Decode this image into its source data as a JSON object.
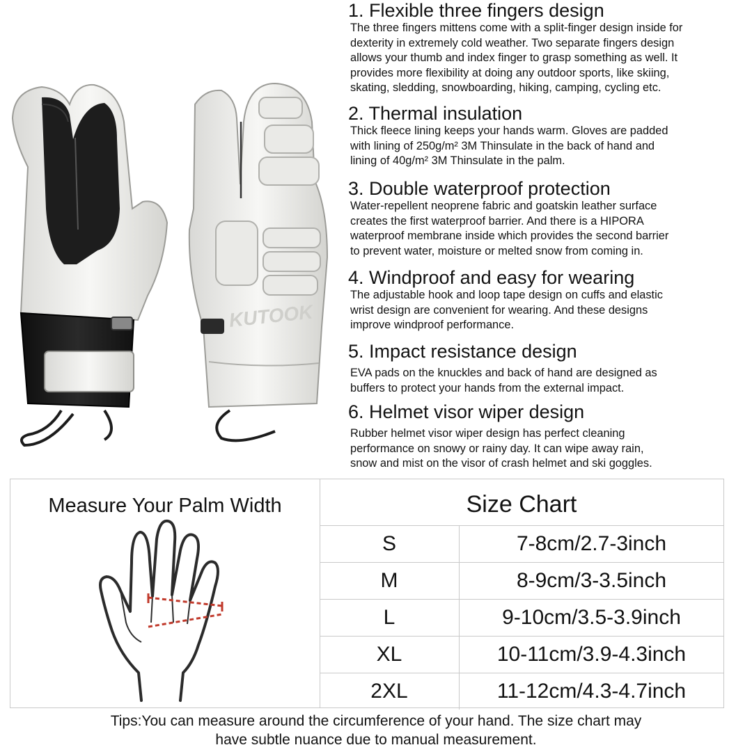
{
  "product_watermark": "KUTOOK",
  "features": [
    {
      "title": "1. Flexible three fingers design",
      "lines": [
        "The three fingers mittens come with a split-finger design inside for",
        "dexterity in extremely cold weather. Two separate fingers design",
        "allows your thumb and index finger to grasp something as well. It",
        "provides more flexibility at doing any outdoor sports, like skiing,",
        "skating, sledding, snowboarding, hiking, camping, cycling etc."
      ]
    },
    {
      "title": "2. Thermal insulation",
      "lines": [
        "Thick fleece lining keeps your hands warm. Gloves are padded",
        "with lining of 250g/m² 3M Thinsulate in the back of hand and",
        "lining of 40g/m² 3M Thinsulate in the palm."
      ]
    },
    {
      "title": "3. Double waterproof protection",
      "lines": [
        "Water-repellent neoprene fabric and goatskin leather surface",
        "creates the first waterproof barrier. And there is a HIPORA",
        "waterproof membrane inside which provides the second barrier",
        "to prevent water, moisture or melted snow from coming in."
      ]
    },
    {
      "title": "4. Windproof and easy for wearing",
      "lines": [
        "The adjustable hook and loop tape design on cuffs and elastic",
        "wrist design are convenient for wearing. And these designs",
        "improve windproof performance."
      ]
    },
    {
      "title": "5. Impact resistance design",
      "lines": [
        "EVA pads on the knuckles and back of hand are designed as",
        "buffers to protect your hands from the external impact."
      ]
    },
    {
      "title": "6. Helmet visor wiper design",
      "lines": [
        "Rubber helmet visor wiper design has perfect cleaning",
        "performance on snowy or rainy day. It can wipe away rain,",
        "snow and mist on the visor of crash helmet and ski goggles."
      ]
    }
  ],
  "measure": {
    "title": "Measure Your Palm Width"
  },
  "size_chart": {
    "title": "Size Chart",
    "rows": [
      {
        "size": "S",
        "range": "7-8cm/2.7-3inch"
      },
      {
        "size": "M",
        "range": "8-9cm/3-3.5inch"
      },
      {
        "size": "L",
        "range": "9-10cm/3.5-3.9inch"
      },
      {
        "size": "XL",
        "range": "10-11cm/3.9-4.3inch"
      },
      {
        "size": "2XL",
        "range": "11-12cm/4.3-4.7inch"
      }
    ]
  },
  "tips": {
    "line1": "Tips:You can measure around the circumference of your hand. The size chart may",
    "line2": "have subtle nuance due to manual measurement."
  },
  "colors": {
    "glove_white": "#f2f2f0",
    "glove_black": "#1c1c1c",
    "measure_line": "#c0392b",
    "border": "#c9c9c9"
  }
}
